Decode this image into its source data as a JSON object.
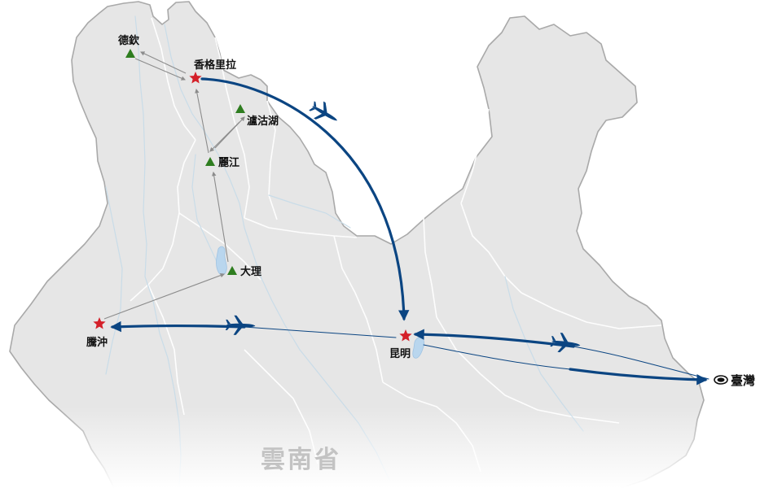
{
  "map": {
    "province_label": "雲南省",
    "colors": {
      "land": "#e6e6e6",
      "border": "#a9a9a9",
      "river": "#c9dce8",
      "lake": "#b9d6ee",
      "flight_route": "#0b4582",
      "road_route": "#8c8c8c",
      "city_star": "#d42029",
      "scenic_triangle": "#2e7d1f"
    },
    "places": {
      "deqin": "德欽",
      "shangrila": "香格里拉",
      "lugu_lake": "瀘沽湖",
      "lijiang": "麗江",
      "dali": "大理",
      "tengchong": "騰沖",
      "kunming": "昆明",
      "taiwan": "臺灣"
    },
    "legend_icons": {
      "major_stop": "red-star-icon",
      "scenic_stop": "green-triangle-icon",
      "origin": "target-icon",
      "flight": "airplane-icon"
    }
  }
}
